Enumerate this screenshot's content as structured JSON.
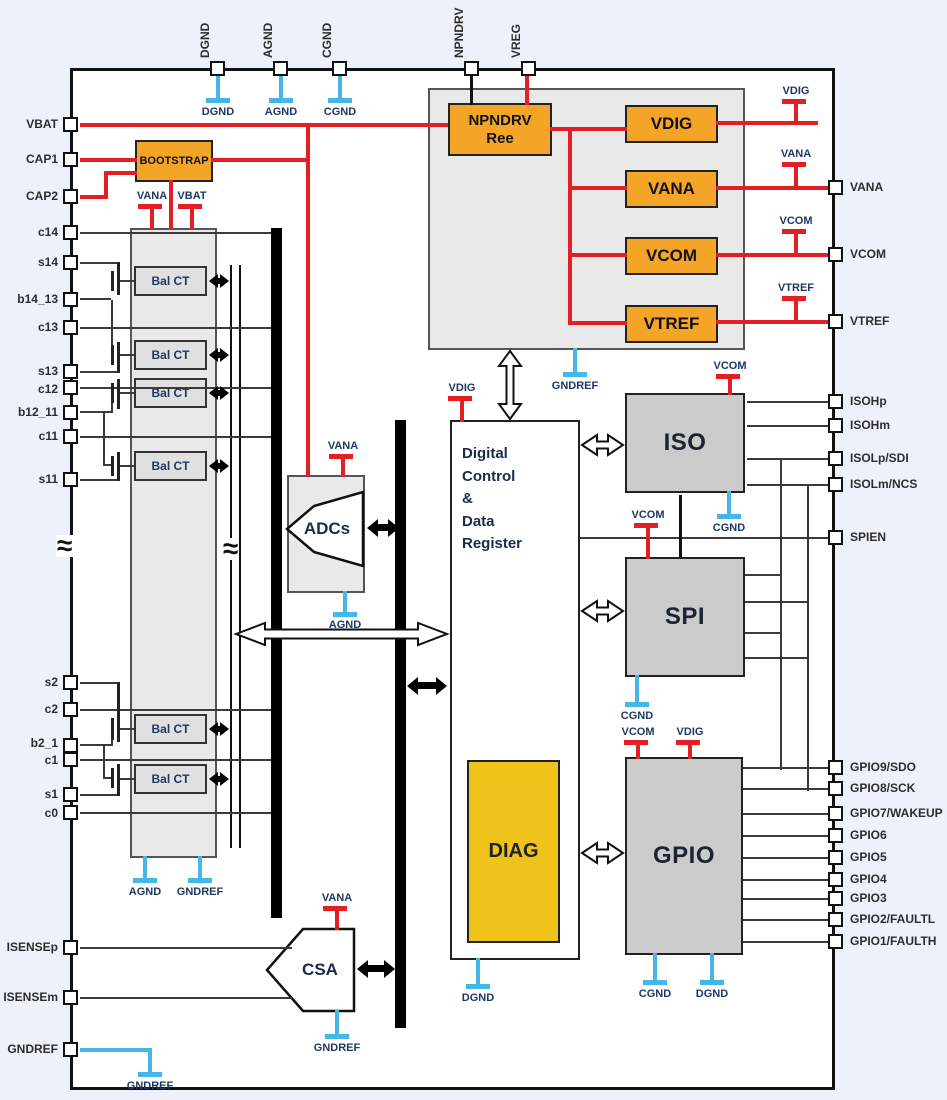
{
  "pins": {
    "top": [
      "DGND",
      "AGND",
      "CGND",
      "NPNDRV",
      "VREG"
    ],
    "left": [
      "VBAT",
      "CAP1",
      "CAP2",
      "c14",
      "s14",
      "b14_13",
      "c13",
      "s13",
      "c12",
      "b12_11",
      "c11",
      "s11",
      "s2",
      "c2",
      "b2_1",
      "c1",
      "s1",
      "c0",
      "ISENSEp",
      "ISENSEm",
      "GNDREF"
    ],
    "right": [
      "VANA",
      "VCOM",
      "VTREF",
      "ISOHp",
      "ISOHm",
      "ISOLp/SDI",
      "ISOLm/NCS",
      "SPIEN",
      "GPIO9/SDO",
      "GPIO8/SCK",
      "GPIO7/WAKEUP",
      "GPIO6",
      "GPIO5",
      "GPIO4",
      "GPIO3",
      "GPIO2/FAULTL",
      "GPIO1/FAULTH"
    ]
  },
  "blocks": {
    "bootstrap": "BOOTSTRAP",
    "npndrv_line1": "NPNDRV",
    "npndrv_line2": "Ree",
    "vdig": "VDIG",
    "vana": "VANA",
    "vcom": "VCOM",
    "vtref": "VTREF",
    "bal_ct": "Bal CT",
    "adcs": "ADCs",
    "digital_lines": [
      "Digital",
      "Control",
      "&",
      "Data",
      "Register"
    ],
    "diag": "DIAG",
    "iso": "ISO",
    "spi": "SPI",
    "gpio": "GPIO",
    "csa": "CSA"
  },
  "supplies": {
    "reg_vdig": "VDIG",
    "reg_vana": "VANA",
    "reg_vcom": "VCOM",
    "reg_vtref": "VTREF",
    "cell_vana": "VANA",
    "cell_vbat": "VBAT",
    "adc_vana": "VANA",
    "dig_vdig": "VDIG",
    "iso_vcom": "VCOM",
    "spi_vcom": "VCOM",
    "gpio_vcom": "VCOM",
    "gpio_vdig": "VDIG",
    "csa_vana": "VANA"
  },
  "grounds": {
    "top_dgnd": "DGND",
    "top_agnd": "AGND",
    "top_cgnd": "CGND",
    "reg_gndref": "GNDREF",
    "adc_agnd": "AGND",
    "cell_agnd": "AGND",
    "cell_gndref": "GNDREF",
    "dig_dgnd": "DGND",
    "iso_cgnd": "CGND",
    "spi_cgnd": "CGND",
    "gpio_cgnd": "CGND",
    "gpio_dgnd": "DGND",
    "csa_gndref": "GNDREF",
    "pin_gndref": "GNDREF"
  },
  "misc": {
    "break_symbol": "≈"
  },
  "colors": {
    "orange": "#F4A427",
    "gold": "#EFC31A",
    "red": "#E31E25",
    "blue": "#45B6E8",
    "gray_block": "#CBCBCB",
    "light_gray": "#E9E9E9",
    "background": "#EDF2FA"
  }
}
